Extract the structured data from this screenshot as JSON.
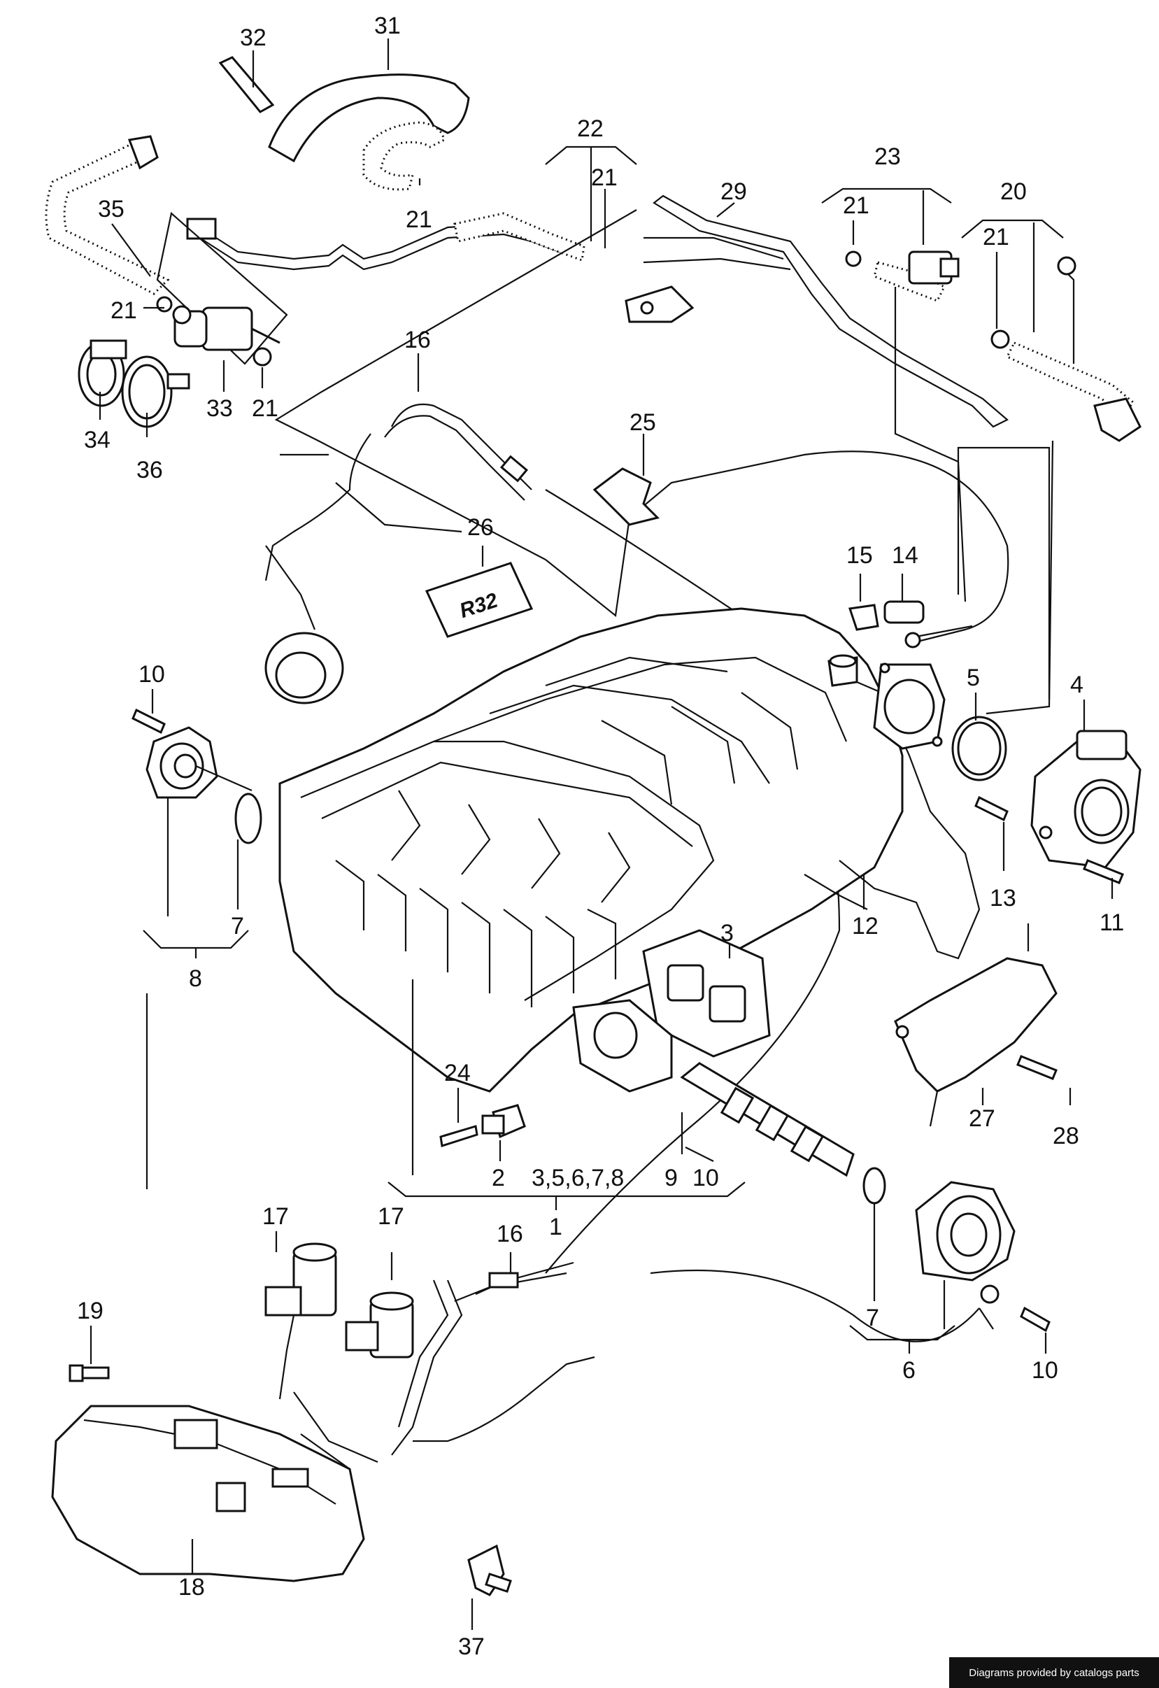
{
  "labels": [
    "32",
    "31",
    "22",
    "21",
    "23",
    "29",
    "21",
    "20",
    "21",
    "35",
    "21",
    "21",
    "21",
    "33",
    "34",
    "36",
    "16",
    "25",
    "15",
    "14",
    "26",
    "10",
    "5",
    "4",
    "13",
    "11",
    "12",
    "7",
    "8",
    "3",
    "24",
    "2",
    "3,5,6,7,8",
    "9",
    "10",
    "1",
    "17",
    "17",
    "16",
    "19",
    "7",
    "6",
    "10",
    "27",
    "28",
    "18",
    "37"
  ],
  "emblem": "R32",
  "credit": "Diagrams provided by catalogs parts"
}
